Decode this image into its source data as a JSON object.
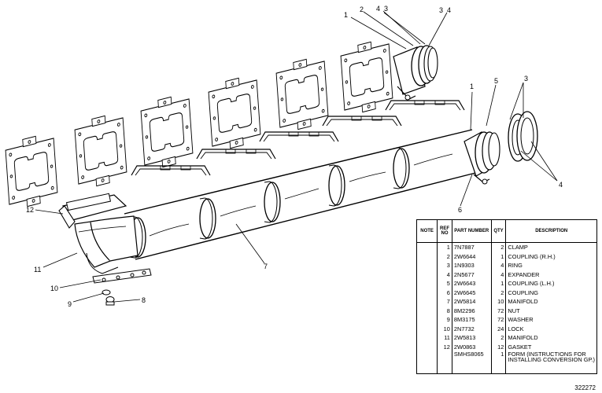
{
  "callouts": {
    "c1a": "1",
    "c2a": "2",
    "c4a": "4",
    "c3a": "3",
    "c3b": "3",
    "c4b": "4",
    "c1b": "1",
    "c5": "5",
    "c3c": "3",
    "c4c": "4",
    "c6": "6",
    "c7": "7",
    "c12": "12",
    "c11": "11",
    "c10": "10",
    "c9": "9",
    "c8": "8"
  },
  "table": {
    "headers": {
      "note": "NOTE",
      "ref": "REF NO",
      "part": "PART NUMBER",
      "qty": "QTY",
      "desc": "DESCRIPTION"
    },
    "rows": [
      {
        "ref": "1",
        "part": "7N7887",
        "qty": "2",
        "desc": "CLAMP"
      },
      {
        "ref": "2",
        "part": "2W6644",
        "qty": "1",
        "desc": "COUPLING (R.H.)"
      },
      {
        "ref": "3",
        "part": "1N9303",
        "qty": "4",
        "desc": "RING"
      },
      {
        "ref": "4",
        "part": "2N5677",
        "qty": "4",
        "desc": "EXPANDER"
      },
      {
        "ref": "5",
        "part": "2W6643",
        "qty": "1",
        "desc": "COUPLING (L.H.)"
      },
      {
        "ref": "6",
        "part": "2W6645",
        "qty": "2",
        "desc": "COUPLING"
      },
      {
        "ref": "7",
        "part": "2W5814",
        "qty": "10",
        "desc": "MANIFOLD"
      },
      {
        "ref": "8",
        "part": "8M2296",
        "qty": "72",
        "desc": "NUT"
      },
      {
        "ref": "9",
        "part": "8M3175",
        "qty": "72",
        "desc": "WASHER"
      },
      {
        "ref": "10",
        "part": "2N7732",
        "qty": "24",
        "desc": "LOCK"
      },
      {
        "ref": "11",
        "part": "2W5813",
        "qty": "2",
        "desc": "MANIFOLD"
      },
      {
        "ref": "12",
        "part": "2W0863",
        "qty": "12",
        "desc": "GASKET"
      }
    ],
    "form_row": {
      "part": "SMHS8065",
      "qty": "1",
      "desc_line1": "FORM (INSTRUCTIONS FOR",
      "desc_line2": "INSTALLING CONVERSION GP.)"
    }
  },
  "drawing_number": "322272"
}
